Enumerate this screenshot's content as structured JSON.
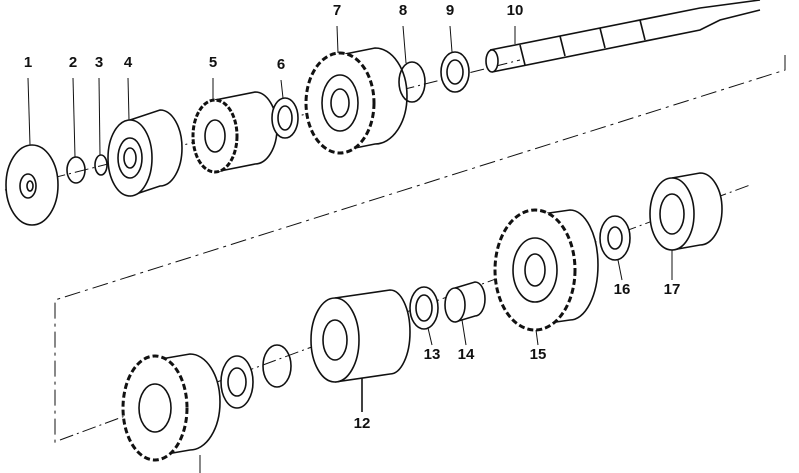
{
  "diagram": {
    "parts": [
      {
        "num": "1",
        "name": "cover-disc"
      },
      {
        "num": "2",
        "name": "circlip"
      },
      {
        "num": "3",
        "name": "o-ring"
      },
      {
        "num": "4",
        "name": "ball-bearing"
      },
      {
        "num": "5",
        "name": "gear"
      },
      {
        "num": "6",
        "name": "washer"
      },
      {
        "num": "7",
        "name": "gear"
      },
      {
        "num": "8",
        "name": "circlip"
      },
      {
        "num": "9",
        "name": "lock-washer"
      },
      {
        "num": "10",
        "name": "splined-shaft"
      },
      {
        "num": "12",
        "name": "gear-with-dogs"
      },
      {
        "num": "13",
        "name": "washer"
      },
      {
        "num": "14",
        "name": "needle-sleeve"
      },
      {
        "num": "15",
        "name": "gear"
      },
      {
        "num": "16",
        "name": "washer"
      },
      {
        "num": "17",
        "name": "ball-bearing"
      }
    ]
  }
}
